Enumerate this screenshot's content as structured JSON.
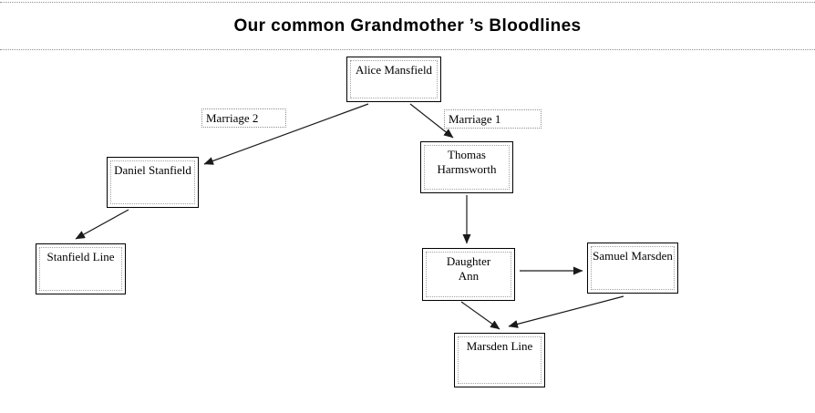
{
  "title": "Our common Grandmother ’s Bloodlines",
  "nodes": {
    "alice": {
      "label": "Alice Mansfield"
    },
    "daniel": {
      "label": "Daniel Stanfield"
    },
    "thomas": {
      "label": "Thomas\nHarmsworth"
    },
    "stanfield_line": {
      "label": "Stanfield Line"
    },
    "daughter_ann": {
      "label": "Daughter\nAnn"
    },
    "samuel": {
      "label": "Samuel Marsden"
    },
    "marsden_line": {
      "label": "Marsden Line"
    }
  },
  "edges": [
    {
      "from": "alice",
      "to": "daniel",
      "label": "Marriage 2"
    },
    {
      "from": "alice",
      "to": "thomas",
      "label": "Marriage 1"
    },
    {
      "from": "daniel",
      "to": "stanfield_line",
      "label": ""
    },
    {
      "from": "thomas",
      "to": "daughter_ann",
      "label": ""
    },
    {
      "from": "daughter_ann",
      "to": "samuel",
      "label": ""
    },
    {
      "from": "daughter_ann",
      "to": "marsden_line",
      "label": ""
    },
    {
      "from": "samuel",
      "to": "marsden_line",
      "label": ""
    }
  ],
  "colors": {
    "background": "#ffffff",
    "text": "#000000",
    "solid_border": "#000000",
    "dotted_border": "#8f8f8f",
    "inner_dotted_border": "#a3a3a3",
    "connector": "#1a1a1a"
  }
}
